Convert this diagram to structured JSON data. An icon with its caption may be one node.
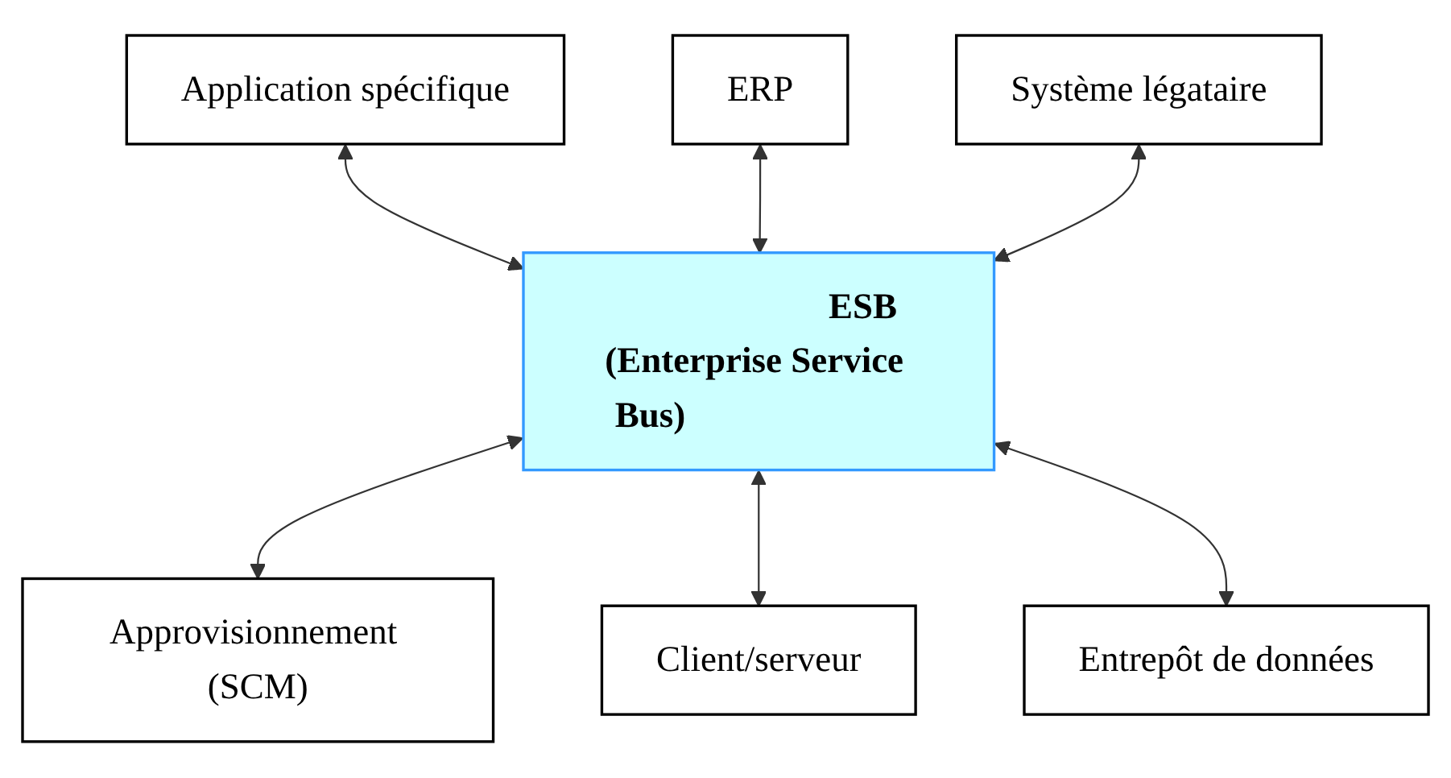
{
  "diagram": {
    "nodes": [
      {
        "text": [
          "Application spécifique"
        ]
      },
      {
        "text": [
          "ERP"
        ]
      },
      {
        "text": [
          "Système légataire"
        ]
      },
      {
        "text": [
          "ESB (Enterprise Service Bus)"
        ]
      },
      {
        "text": [
          "Approvisionnement (SCM)"
        ]
      },
      {
        "text": [
          "Client/serveur"
        ]
      },
      {
        "text": [
          "Entrepôt de données"
        ]
      }
    ],
    "edges": [
      {
        "from": 0,
        "to": 3,
        "arrow": "both"
      },
      {
        "from": 1,
        "to": 3,
        "arrow": "both"
      },
      {
        "from": 2,
        "to": 3,
        "arrow": "both"
      },
      {
        "from": 3,
        "to": 4,
        "arrow": "both"
      },
      {
        "from": 3,
        "to": 5,
        "arrow": "both"
      },
      {
        "from": 3,
        "to": 6,
        "arrow": "both"
      }
    ]
  }
}
